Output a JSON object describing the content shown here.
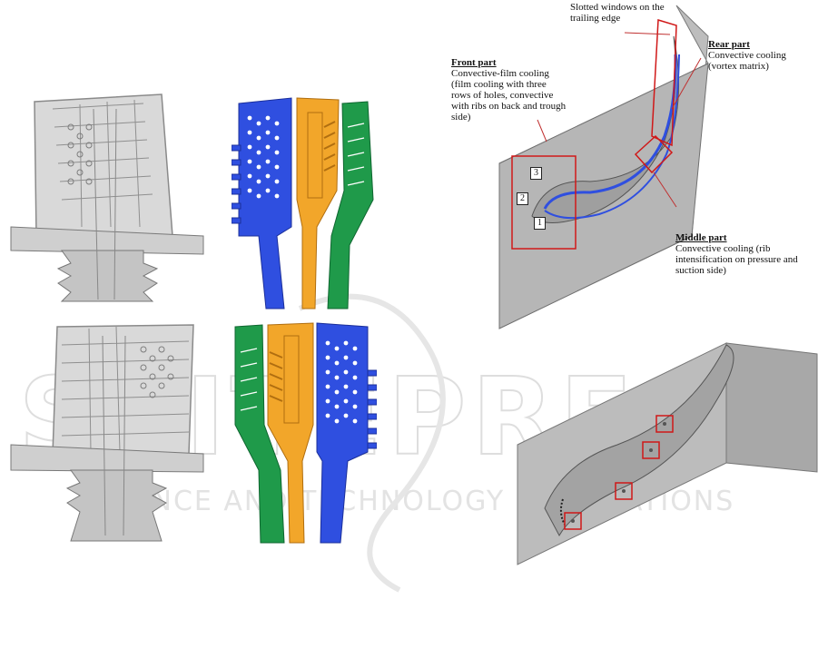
{
  "annotations": {
    "slotted": "Slotted windows on the trailing edge",
    "front_title": "Front part",
    "front_desc": "Convective-film cooling (film cooling with three rows of holes, convective with ribs on back and trough side)",
    "rear_title": "Rear part",
    "rear_desc": "Convective cooling (vortex matrix)",
    "middle_title": "Middle part",
    "middle_desc": "Convective cooling (rib intensification on pressure and suction side)",
    "markers": [
      "1",
      "2",
      "3"
    ]
  },
  "watermark": {
    "main": "SCITEPRESS",
    "sub": "SCIENCE AND TECHNOLOGY PUBLICATIONS"
  },
  "colors": {
    "blue": "#2f4fe0",
    "orange": "#f2a62a",
    "green": "#1f9a4a",
    "gray_model": "#9a9a9a",
    "highlight": "#d01818"
  }
}
